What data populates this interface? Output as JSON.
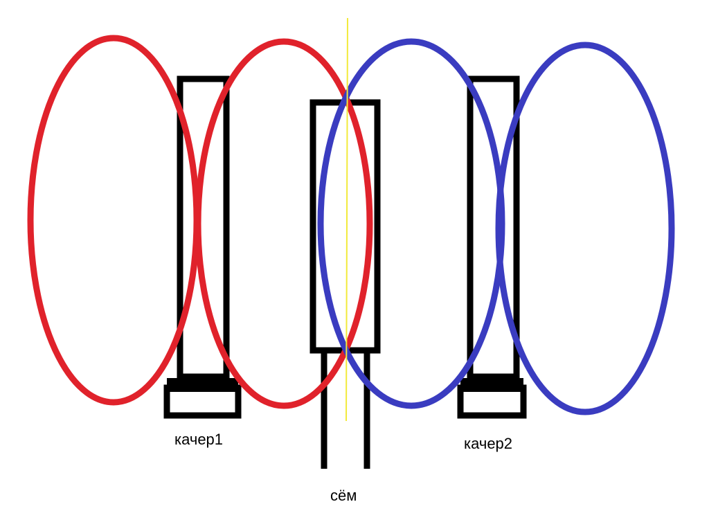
{
  "labels": {
    "kacher1": "качер1",
    "kacher2": "качер2",
    "sem": "сём"
  },
  "colors": {
    "left_field": "#e0222b",
    "right_field": "#3a3cc0",
    "outline": "#000000",
    "center_line": "#f2ea3a"
  }
}
